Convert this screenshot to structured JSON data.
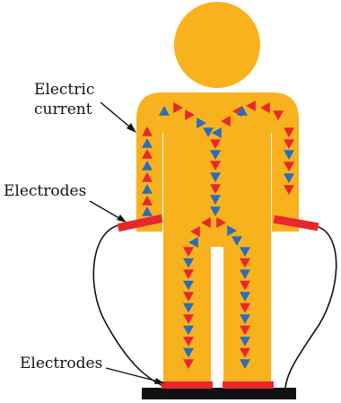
{
  "labels": {
    "electric_current_line1": "Electric",
    "electric_current_line2": "current",
    "electrodes_hands": "Electrodes",
    "electrodes_feet": "Electrodes"
  },
  "colors": {
    "body": "#F7B21E",
    "electrode": "#E8272C",
    "arrow_red": "#E8272C",
    "arrow_blue": "#2A6EBB",
    "ground_plate": "#111111",
    "wire": "#111111"
  },
  "icons": {
    "arrow_up": "triangle-up-icon",
    "arrow_down": "triangle-down-icon",
    "arrow_left": "triangle-left-icon",
    "arrow_right": "triangle-right-icon"
  }
}
